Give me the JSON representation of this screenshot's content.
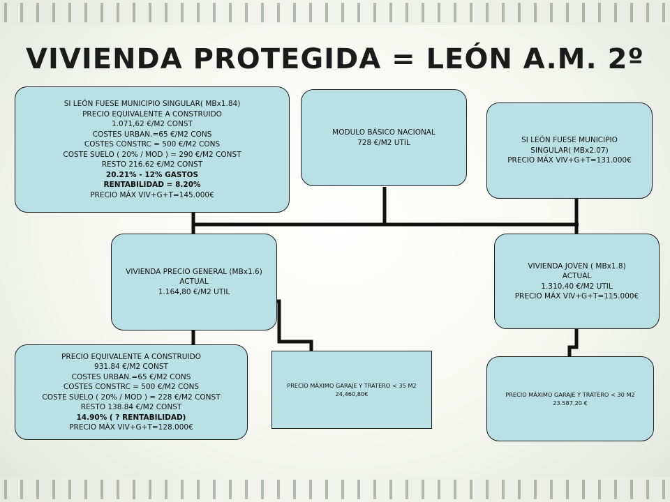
{
  "title": "VIVIENDA PROTEGIDA = LEÓN A.M. 2º",
  "boxes": {
    "singular184": [
      "SI LEÓN FUESE MUNICIPIO SINGULAR( MBx1.84)",
      "PRECIO EQUIVALENTE A CONSTRUIDO",
      "1.071,62 €/M2 CONST",
      "COSTES URBAN.=65 €/M2 CONS",
      "COSTES CONSTRC = 500 €/M2 CONS",
      "COSTE SUELO ( 20% / MOD ) = 290 €/M2 CONST",
      "RESTO 216.62 €/M2 CONST",
      "20.21% - 12% GASTOS",
      "RENTABILIDAD = 8.20%",
      "PRECIO MÁX VIV+G+T=145.000€"
    ],
    "modulo": [
      "MODULO BÁSICO NACIONAL",
      "728 €/M2 UTIL"
    ],
    "singular207": [
      "SI LEÓN FUESE MUNICIPIO",
      "SINGULAR( MBx2.07)",
      "PRECIO MÁX VIV+G+T=131.000€"
    ],
    "general": [
      "VIVIENDA PRECIO GENERAL (MBx1.6)",
      "ACTUAL",
      "1.164,80 €/M2 UTIL"
    ],
    "joven": [
      "VIVIENDA JOVEN ( MBx1.8)",
      "ACTUAL",
      "1.310,40 €/M2 UTIL",
      "PRECIO MÁX VIV+G+T=115.000€"
    ],
    "equivalente": [
      "PRECIO EQUIVALENTE A CONSTRUIDO",
      "931.84 €/M2 CONST",
      "COSTES URBAN.=65 €/M2 CONS",
      "COSTES CONSTRC = 500 €/M2 CONS",
      "COSTE SUELO ( 20% / MOD ) = 228 €/M2 CONST",
      "RESTO 138.84 €/M2 CONST",
      "14.90% ( ? RENTABILIDAD)",
      "PRECIO MÁX VIV+G+T=128.000€"
    ],
    "garaje35": [
      "PRECIO MÁXIMO GARAJE Y TRATERO < 35 M2",
      "24,460,80€"
    ],
    "garaje30": [
      "PRECIO MÁXIMO GARAJE Y TRATERO < 30 M2",
      "23.587.20 €"
    ]
  }
}
